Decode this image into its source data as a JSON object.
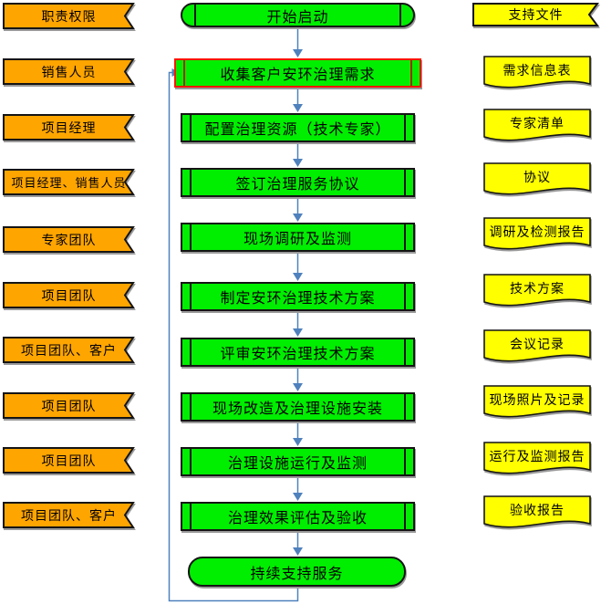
{
  "legend": {
    "left_header": "职责权限",
    "right_header": "支持文件"
  },
  "flow": {
    "start": "开始启动",
    "end": "持续支持服务",
    "rows": [
      {
        "role": "销售人员",
        "step": "收集客户安环治理需求",
        "doc": "需求信息表",
        "highlighted": true
      },
      {
        "role": "项目经理",
        "step": "配置治理资源（技术专家）",
        "doc": "专家清单",
        "highlighted": false
      },
      {
        "role": "项目经理、销售人员",
        "step": "签订治理服务协议",
        "doc": "协议",
        "highlighted": false
      },
      {
        "role": "专家团队",
        "step": "现场调研及监测",
        "doc": "调研及检测报告",
        "highlighted": false
      },
      {
        "role": "项目团队",
        "step": "制定安环治理技术方案",
        "doc": "技术方案",
        "highlighted": false
      },
      {
        "role": "项目团队、客户",
        "step": "评审安环治理技术方案",
        "doc": "会议记录",
        "highlighted": false
      },
      {
        "role": "项目团队",
        "step": "现场改造及治理设施安装",
        "doc": "现场照片及记录",
        "highlighted": false
      },
      {
        "role": "项目团队",
        "step": "治理设施运行及监测",
        "doc": "运行及监测报告",
        "highlighted": false
      },
      {
        "role": "项目团队、客户",
        "step": "治理效果评估及验收",
        "doc": "验收报告",
        "highlighted": false
      }
    ]
  },
  "colors": {
    "role_banner": "#FFA500",
    "process_fill": "#00EE00",
    "document_fill": "#FFFF00",
    "connector": "#4F81BD",
    "highlight_border": "#FF1400",
    "outline": "#141414"
  }
}
